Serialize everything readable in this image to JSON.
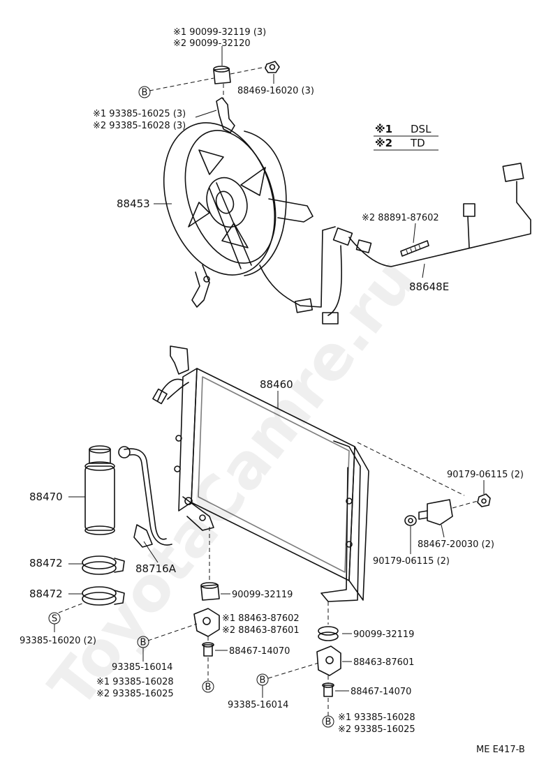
{
  "watermark": "ToyotaCamre.ru",
  "legend": {
    "items": [
      {
        "mark": "※1",
        "value": "DSL"
      },
      {
        "mark": "※2",
        "value": "TD"
      }
    ]
  },
  "labels": {
    "fan_bolt_1": "※1 90099-32119 (3)",
    "fan_bolt_2": "※2 90099-32120",
    "fan_nut": "88469-16020 (3)",
    "fan_b_circle": "B",
    "fan_screw_1": "※1 93385-16025 (3)",
    "fan_screw_2": "※2 93385-16028 (3)",
    "fan_assembly": "88453",
    "wire_stud": "※2 88891-87602",
    "wire_harness": "88648E",
    "condenser": "88460",
    "receiver": "88470",
    "clamp_1": "88472",
    "clamp_2": "88472",
    "tube": "88716A",
    "s_circle": "S",
    "s_screw": "93385-16020 (2)",
    "nut_right_top": "90179-06115 (2)",
    "switch": "88467-20030 (2)",
    "nut_right_bottom": "90179-06115 (2)",
    "cushion_left": "90099-32119",
    "bracket_left_1": "※1 88463-87602",
    "bracket_left_2": "※2 88463-87601",
    "b_left_circle": "B",
    "b_left_screw": "93385-16014",
    "pin_left": "88467-14070",
    "b_left2_circle": "B",
    "bottom_left_1": "※1 93385-16028",
    "bottom_left_2": "※2 93385-16025",
    "cushion_right": "90099-32119",
    "bracket_right": "88463-87601",
    "b_mid_circle": "B",
    "b_mid_screw": "93385-16014",
    "pin_right": "88467-14070",
    "b_right_circle": "B",
    "bottom_right_1": "※1 93385-16028",
    "bottom_right_2": "※2 93385-16025",
    "figure_code": "ME E417-B"
  }
}
